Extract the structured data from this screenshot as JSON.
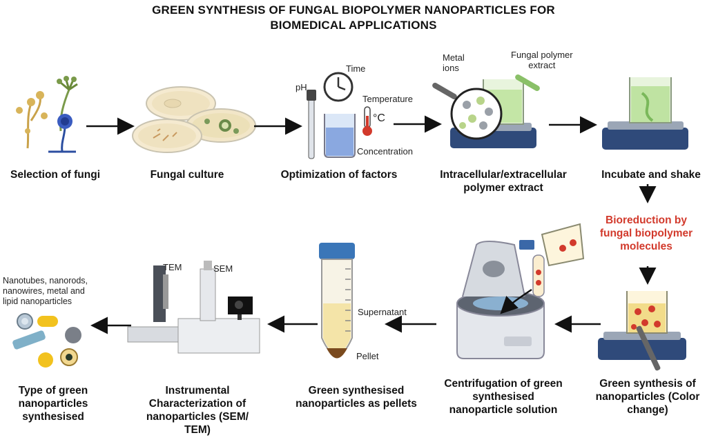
{
  "title": {
    "line1": "GREEN SYNTHESIS OF FUNGAL BIOPOLYMER NANOPARTICLES FOR",
    "line2": "BIOMEDICAL APPLICATIONS"
  },
  "steps": {
    "selection": "Selection of fungi",
    "culture": "Fungal culture",
    "optimization": "Optimization of factors",
    "extract_l1": "Intracellular/extracellular",
    "extract_l2": "polymer extract",
    "incubate": "Incubate and shake",
    "bioreduction_l1": "Bioreduction by",
    "bioreduction_l2": "fungal biopolymer",
    "bioreduction_l3": "molecules",
    "synthesis_l1": "Green synthesis of",
    "synthesis_l2": "nanoparticles (Color",
    "synthesis_l3": "change)",
    "centrifugation_l1": "Centrifugation of green",
    "centrifugation_l2": "synthesised",
    "centrifugation_l3": "nanoparticle solution",
    "pellets_l1": "Green synthesised",
    "pellets_l2": "nanoparticles as pellets",
    "characterization_l1": "Instrumental",
    "characterization_l2": "Characterization of",
    "characterization_l3": "nanoparticles (SEM/",
    "characterization_l4": "TEM)",
    "types_l1": "Type of green",
    "types_l2": "nanoparticles",
    "types_l3": "synthesised"
  },
  "labels": {
    "ph": "pH",
    "time": "Time",
    "temperature": "Temperature",
    "celsius": "°C",
    "concentration": "Concentration",
    "metal_l1": "Metal",
    "metal_l2": "ions",
    "fungal_extract_l1": "Fungal polymer",
    "fungal_extract_l2": "extract",
    "supernatant": "Supernatant",
    "pellet": "Pellet",
    "tem": "TEM",
    "sem": "SEM",
    "nano_l1": "Nanotubes, nanorods,",
    "nano_l2": "nanowires, metal and",
    "nano_l3": "lipid nanoparticles"
  },
  "colors": {
    "accent_red": "#d23a2c",
    "arrow": "#111111",
    "stirrer": "#2f4a7a",
    "liquid_green": "#b8e0a0",
    "liquid_yellow": "#f2dc8a"
  }
}
